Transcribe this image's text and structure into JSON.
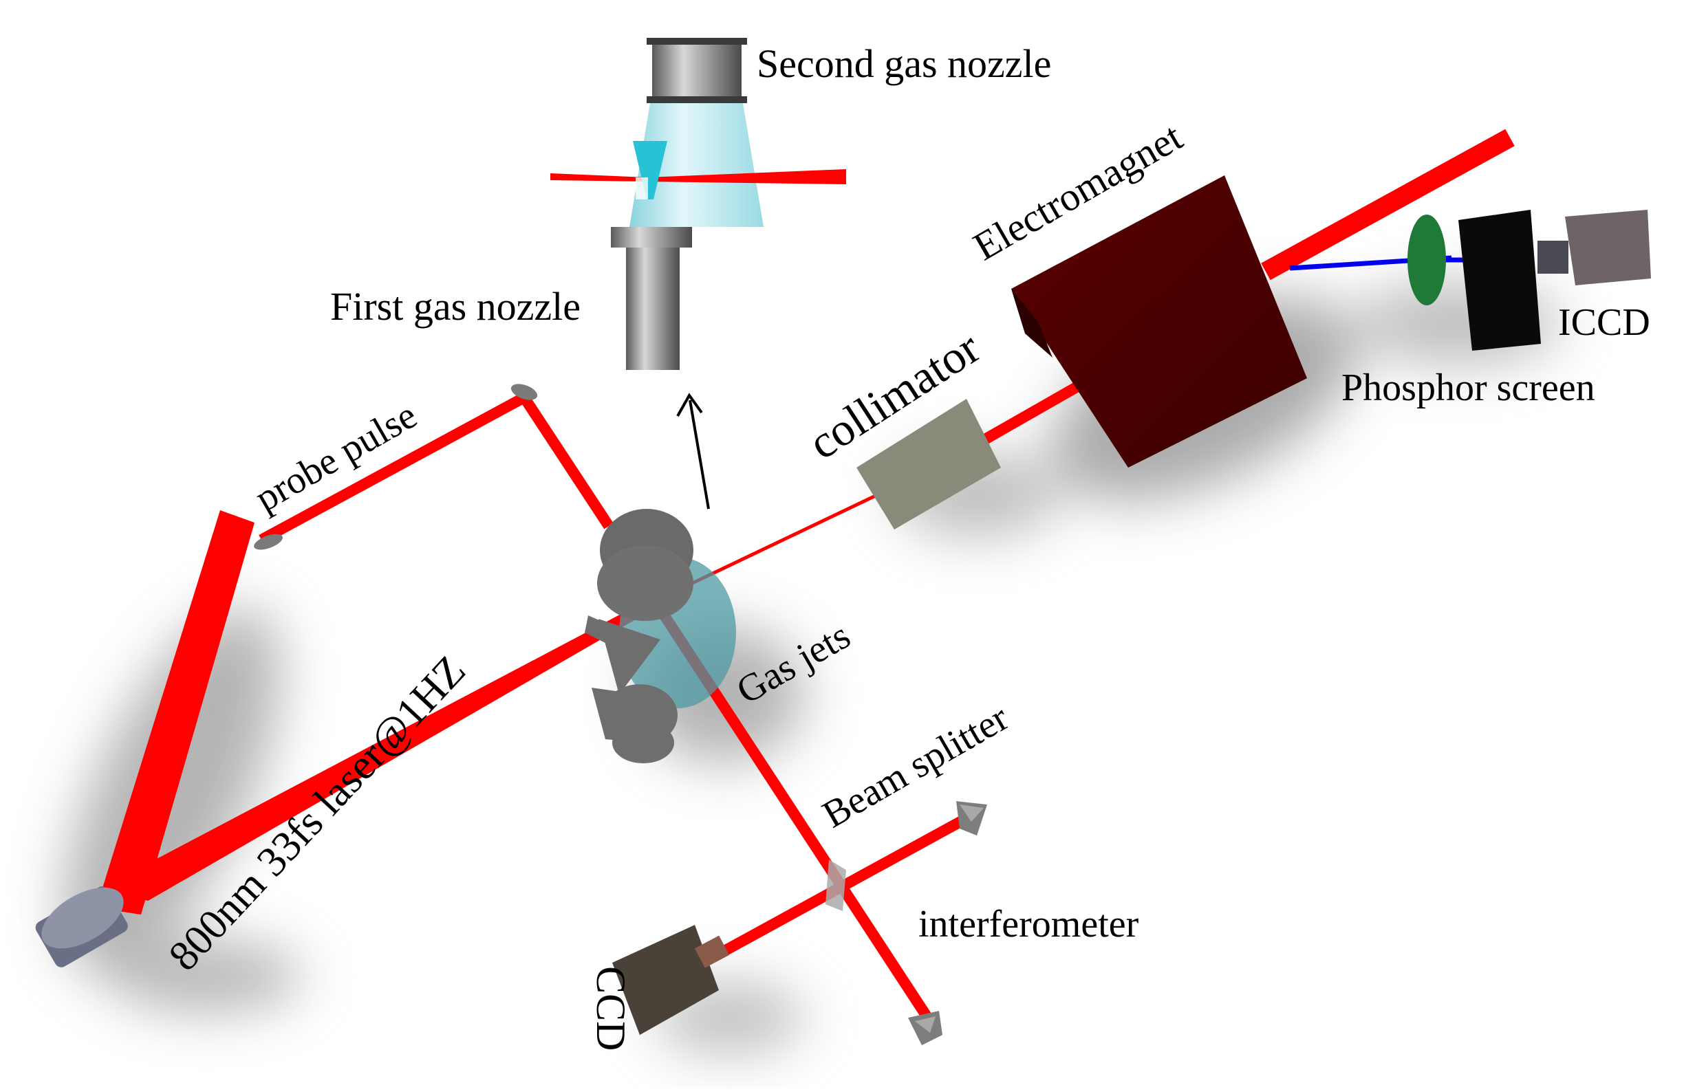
{
  "labels": {
    "second_nozzle": "Second gas nozzle",
    "first_nozzle": "First gas nozzle",
    "electromagnet": "Electromagnet",
    "icc": "ICCD",
    "phosphor": "Phosphor screen",
    "collimator": "collimator",
    "probe": "probe pulse",
    "gas_jets": "Gas jets",
    "beam_splitter": "Beam splitter",
    "interferometer": "interferometer",
    "laser": "800nm 33fs laser@1HZ",
    "ccd": "CCD"
  },
  "colors": {
    "laser": "#ff0000",
    "nozzle_gas": "#aee6ee",
    "cyan_jet": "#27c2d6",
    "electromagnet": "#470000",
    "collimator": "#8a8a7a",
    "gas_jet_body": "#6e6e6e",
    "gas_cloud": "#4f9aa3",
    "phosphor_screen": "#1f7a3a",
    "icc_body": "#0a0a0a",
    "icc_lens": "#6e6468",
    "ccd_body": "#4a4238",
    "ccd_lens": "#8a5a4a",
    "mirror": "#6a6f86",
    "electron_beam": "#0000ee"
  }
}
